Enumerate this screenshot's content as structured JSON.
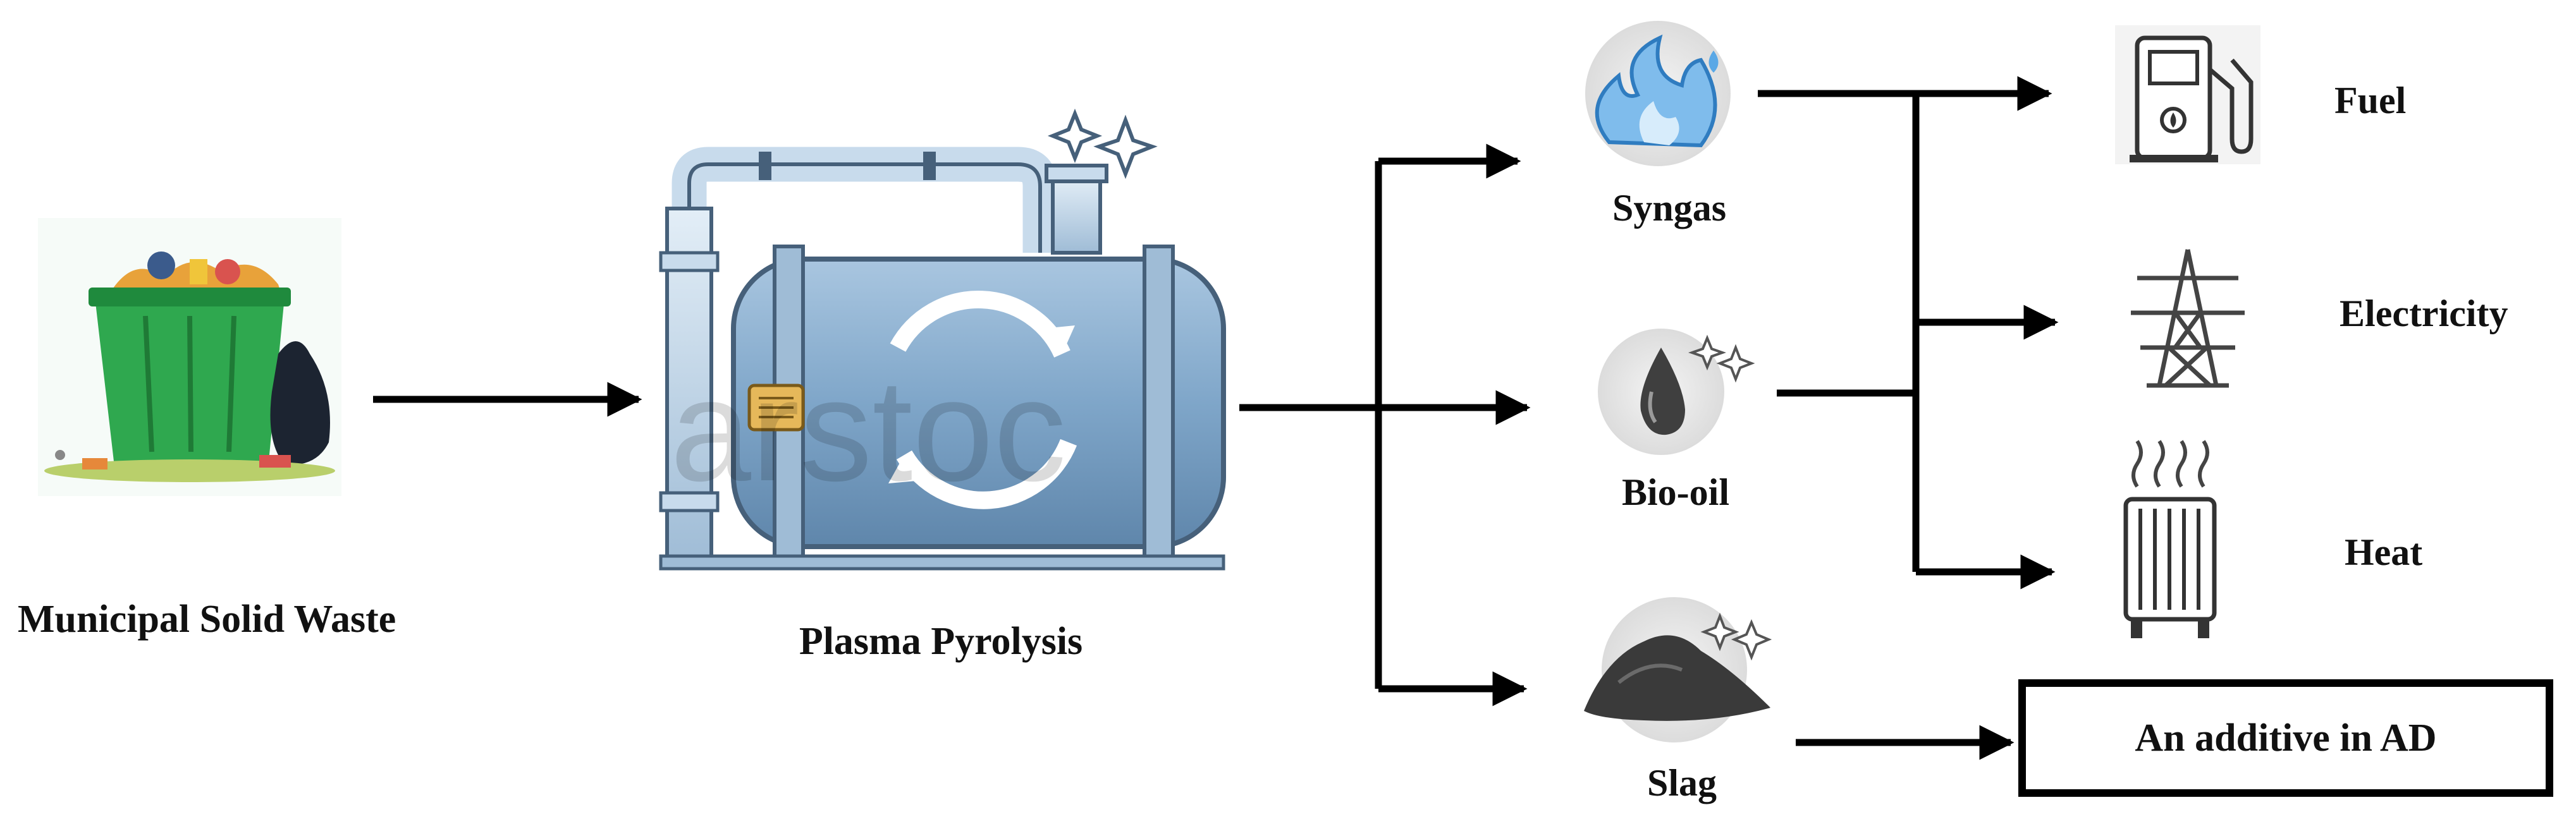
{
  "nodes": {
    "msw": "Municipal Solid Waste",
    "plasma": "Plasma Pyrolysis",
    "syngas": "Syngas",
    "biooil": "Bio-oil",
    "slag": "Slag",
    "fuel": "Fuel",
    "electricity": "Electricity",
    "heat": "Heat",
    "additive": "An additive in AD"
  },
  "watermark": "arstoc",
  "colors": {
    "arrow": "#000000",
    "bin": "#2fa84f",
    "tank": "#7fa6c9",
    "flame": "#5aa8e6"
  },
  "icons": {
    "msw": "trash-bin-icon",
    "plasma": "plasma-reactor-icon",
    "syngas": "flame-icon",
    "biooil": "oil-drop-icon",
    "slag": "ash-pile-icon",
    "fuel": "fuel-pump-icon",
    "electricity": "power-tower-icon",
    "heat": "radiator-icon"
  }
}
